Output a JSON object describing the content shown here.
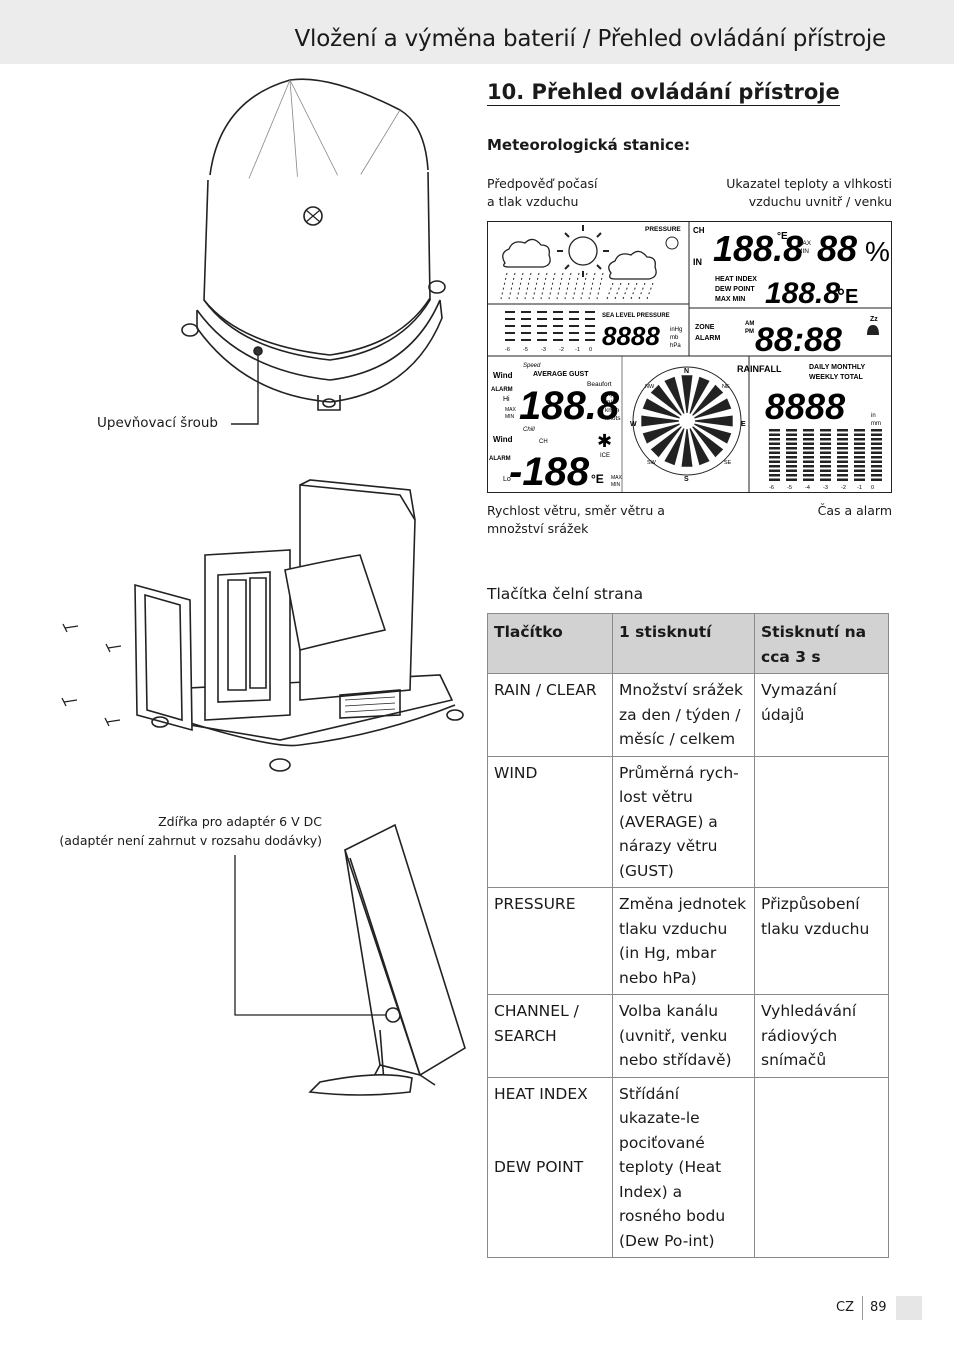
{
  "header": {
    "title": "Vložení a výměna baterií / Přehled ovládání přístroje"
  },
  "section": {
    "title": "10. Přehled ovládání přístroje",
    "subtitle": "Meteorologická stanice:"
  },
  "display_labels": {
    "top_left": "Předpověď počasí\na tlak vzduchu",
    "top_right": "Ukazatel teploty a vlhkosti\nvzduchu uvnitř / venku",
    "bottom_left": "Rychlost větru, směr větru a\nmnožství srážek",
    "bottom_right": "Čas a alarm"
  },
  "lcd": {
    "pressure": "PRESSURE",
    "ch": "CH",
    "in": "IN",
    "temp_in": "188.8",
    "deg_e": "°E",
    "max": "MAX",
    "min": "MIN",
    "hum": "88",
    "pct": "%",
    "heat_index": "HEAT INDEX",
    "dew_point": "DEW POINT",
    "max_min": "MAX MIN",
    "temp_out": "188.8",
    "deg_e2": "°E",
    "sea_level": "SEA LEVEL PRESSURE",
    "press_val": "8888",
    "inhg": "inHg",
    "mb": "mb",
    "hpa": "hPa",
    "zone": "ZONE",
    "alarm": "ALARM",
    "am": "AM",
    "pm": "PM",
    "time": "88:88",
    "zz": "Zz",
    "wind": "Wind",
    "speed": "Speed",
    "avg_gust": "AVERAGE GUST",
    "wind_val": "188.8",
    "beaufort": "Beaufort",
    "mph": "mph",
    "ms": "m/s",
    "kmh": "km/h",
    "knots": "knots",
    "hi": "Hi",
    "lo": "Lo",
    "chill": "Chill",
    "ch2": "CH",
    "chill_val": "-188",
    "deg_e3": "°E",
    "ice": "ICE",
    "rainfall": "RAINFALL",
    "daily_monthly": "DAILY MONTHLY",
    "weekly_total": "WEEKLY TOTAL",
    "rain_val": "8888",
    "in_unit": "in",
    "mm_unit": "mm",
    "n": "N",
    "s": "S",
    "e": "E",
    "w": "W",
    "ne": "NE",
    "nw": "NW",
    "se": "SE",
    "sw": "SW",
    "rain_axis": [
      "-6",
      "-5",
      "-4",
      "-3",
      "-2",
      "-1",
      "0"
    ],
    "press_axis": [
      "-6",
      "-5",
      "-3",
      "-2",
      "-1",
      "0"
    ]
  },
  "illustration_labels": {
    "screw": "Upevňovací šroub",
    "adapter_line1": "Zdířka pro adaptér 6 V DC",
    "adapter_line2": "(adaptér není zahrnut v rozsahu dodávky)"
  },
  "table": {
    "caption": "Tlačítka čelní strana",
    "headers": [
      "Tlačítko",
      "1 stisknutí",
      "Stisknutí na cca 3 s"
    ],
    "rows": [
      {
        "button": "RAIN / CLEAR",
        "press1": "Množství srážek za den / týden / měsíc / celkem",
        "press3": "Vymazání údajů"
      },
      {
        "button": "WIND",
        "press1": "Průměrná rych-lost větru (AVERAGE) a nárazy větru (GUST)",
        "press3": ""
      },
      {
        "button": "PRESSURE",
        "press1": "Změna jednotek tlaku vzduchu (in Hg, mbar nebo hPa)",
        "press3": "Přizpůsobení tlaku vzduchu"
      },
      {
        "button": "CHANNEL / SEARCH",
        "press1": "Volba kanálu (uvnitř, venku nebo střídavě)",
        "press3": "Vyhledávání rádiových snímačů"
      },
      {
        "button": "HEAT INDEX",
        "button2": "DEW POINT",
        "press1": "Střídání ukazate-le pociťované teploty (Heat Index) a rosného bodu (Dew Po-int)",
        "press3": ""
      }
    ]
  },
  "footer": {
    "lang": "CZ",
    "page": "89"
  }
}
